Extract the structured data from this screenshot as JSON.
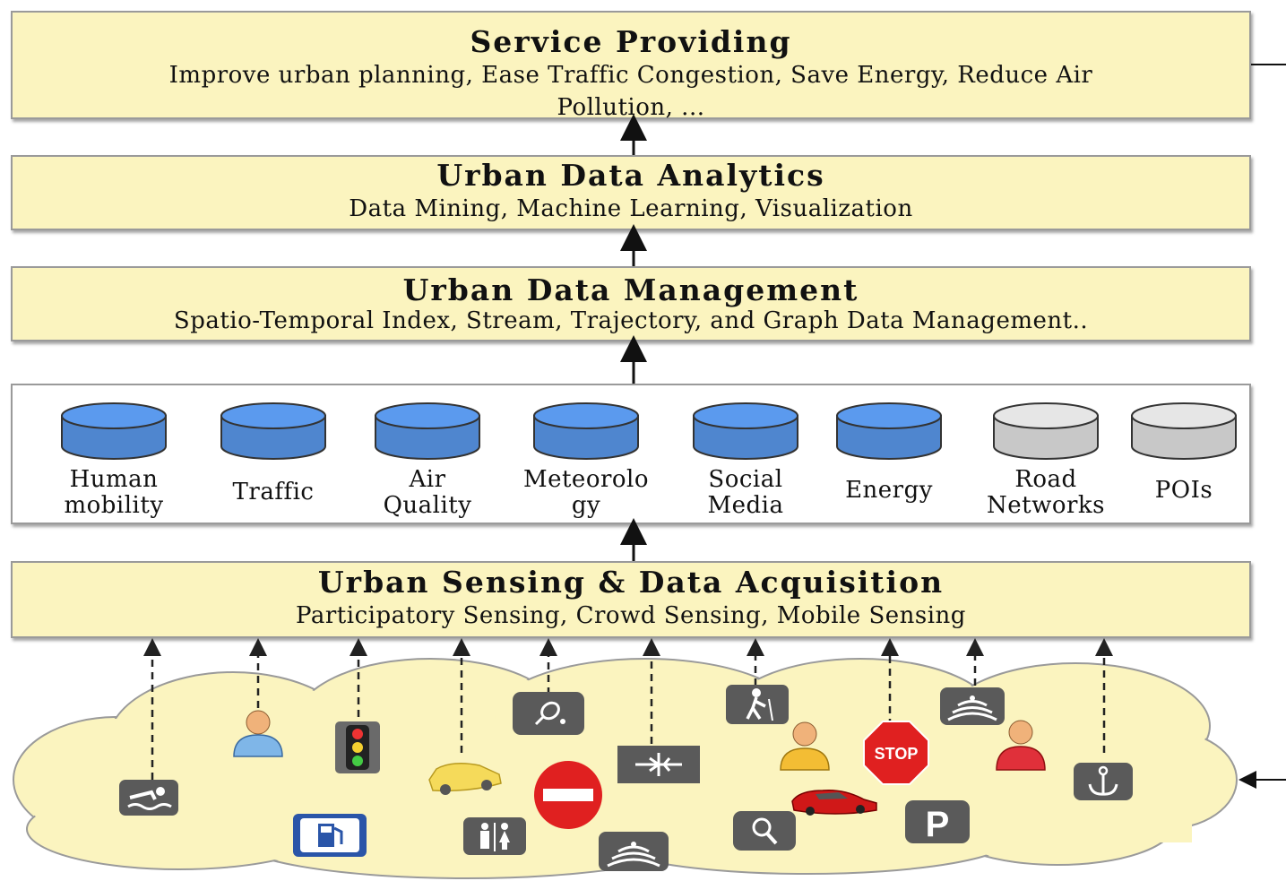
{
  "layers": {
    "service": {
      "title": "Service Providing",
      "sub_line1": "Improve urban planning, Ease Traffic Congestion, Save Energy, Reduce Air",
      "sub_line2": "Pollution, ..."
    },
    "analytics": {
      "title": "Urban Data Analytics",
      "sub": "Data Mining, Machine Learning, Visualization"
    },
    "management": {
      "title": "Urban Data Management",
      "sub": "Spatio-Temporal Index, Stream, Trajectory, and Graph Data Management.."
    },
    "sensing": {
      "title": "Urban Sensing & Data Acquisition",
      "sub": "Participatory Sensing, Crowd Sensing, Mobile Sensing"
    }
  },
  "sources": [
    {
      "line1": "Human",
      "line2": "mobility",
      "color": "#4f86cf"
    },
    {
      "line1": "Traffic",
      "line2": "",
      "color": "#4f86cf"
    },
    {
      "line1": "Air",
      "line2": "Quality",
      "color": "#4f86cf"
    },
    {
      "line1": "Meteorolo",
      "line2": "gy",
      "color": "#4f86cf"
    },
    {
      "line1": "Social",
      "line2": "Media",
      "color": "#4f86cf"
    },
    {
      "line1": "Energy",
      "line2": "",
      "color": "#4f86cf"
    },
    {
      "line1": "Road",
      "line2": "Networks",
      "color": "#c8c8c8"
    },
    {
      "line1": "POIs",
      "line2": "",
      "color": "#c8c8c8"
    }
  ],
  "icons": [
    "swimmer-icon",
    "person-blue-icon",
    "traffic-light-icon",
    "taxi-icon",
    "tennis-icon",
    "gas-station-icon",
    "restroom-icon",
    "no-entry-icon",
    "airport-icon",
    "wifi-icon",
    "hiker-icon",
    "magnifier-icon",
    "person-yellow-icon",
    "stop-sign-icon",
    "car-icon",
    "parking-icon",
    "wifi-icon",
    "person-red-icon",
    "anchor-icon"
  ],
  "colors": {
    "layer_fill": "#fbf4bf",
    "cylinder_blue": "#4f86cf",
    "cylinder_gray": "#c8c8c8",
    "cloud_fill": "#fbf4bf",
    "icon_dark": "#5a5a5a"
  }
}
